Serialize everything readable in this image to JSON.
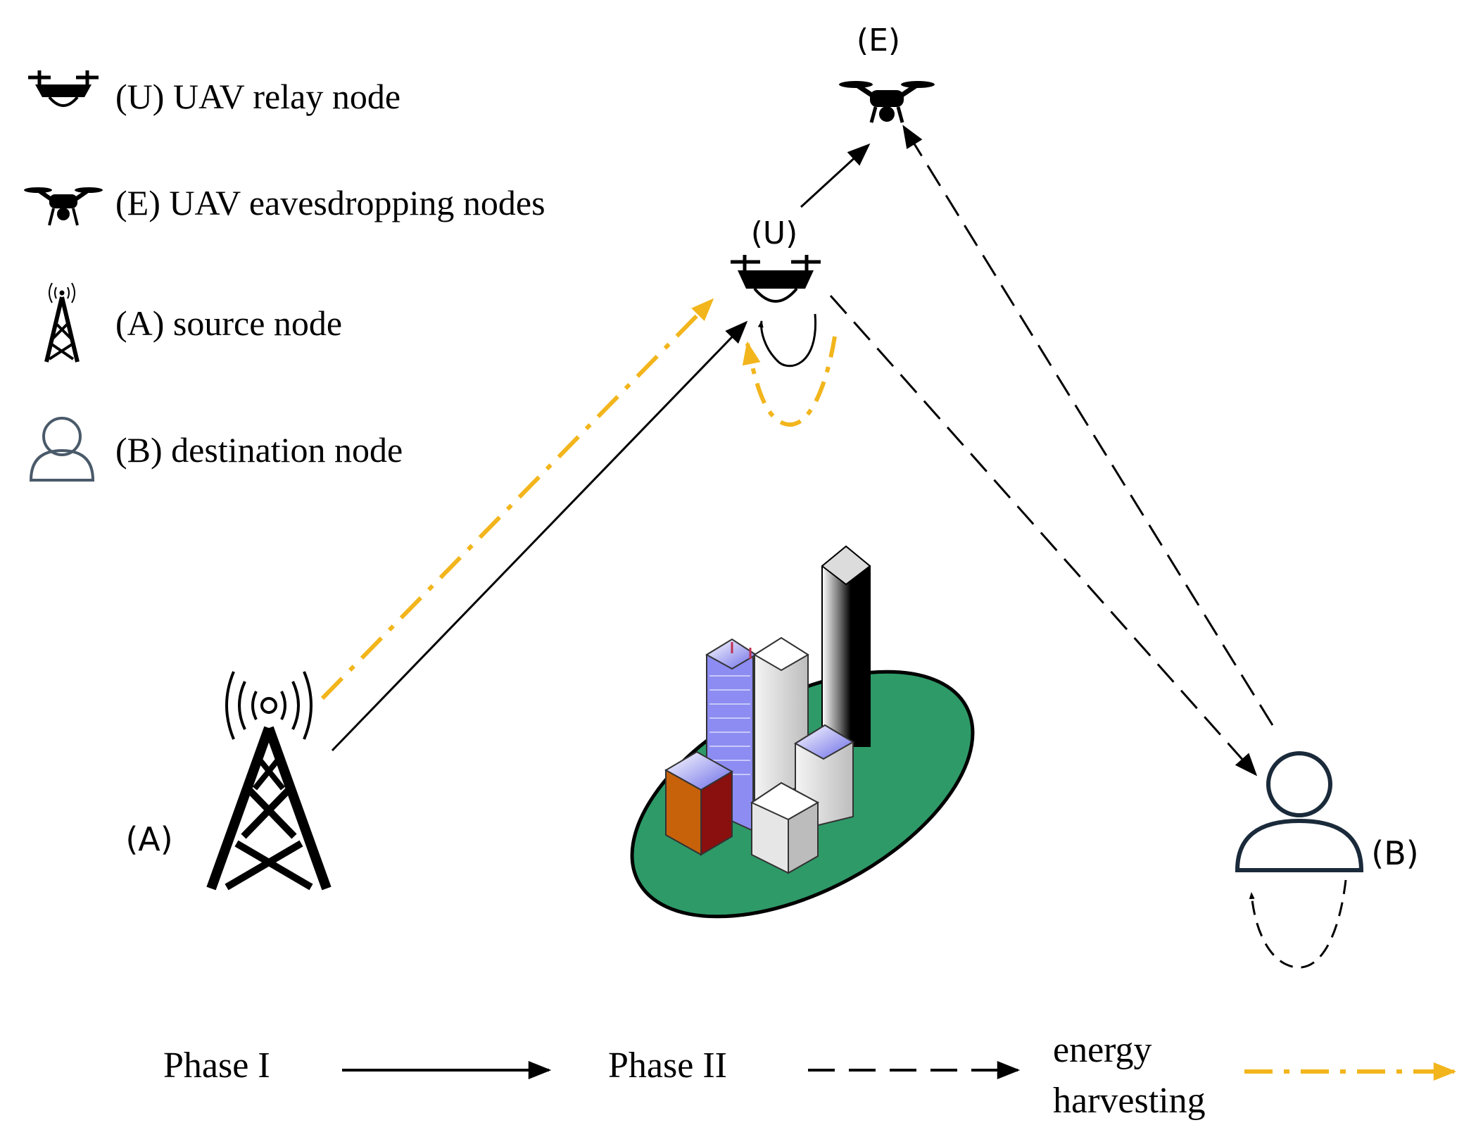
{
  "legend": {
    "items": [
      {
        "icon": "uav-relay-drone-icon",
        "label": "(U) UAV relay node"
      },
      {
        "icon": "uav-eavesdropper-drone-icon",
        "label": "(E) UAV eavesdropping nodes"
      },
      {
        "icon": "cell-tower-icon",
        "label": "(A) source node"
      },
      {
        "icon": "user-person-icon",
        "label": "(B) destination node"
      }
    ]
  },
  "nodes": {
    "E": {
      "label": "(E)"
    },
    "U": {
      "label": "(U)"
    },
    "A": {
      "label": "(A)"
    },
    "B": {
      "label": "(B)"
    }
  },
  "phase_legend": {
    "phase1": "Phase I",
    "phase2": "Phase II",
    "energy_line1": "energy",
    "energy_line2": "harvesting"
  },
  "colors": {
    "phase1_line": "#000000",
    "phase2_line": "#000000",
    "energy_line": "#f2b51c",
    "ground": "#2e9a68",
    "building_blue": "#8c8cf2",
    "building_orange": "#c8620a",
    "building_red": "#8a0f0f"
  }
}
